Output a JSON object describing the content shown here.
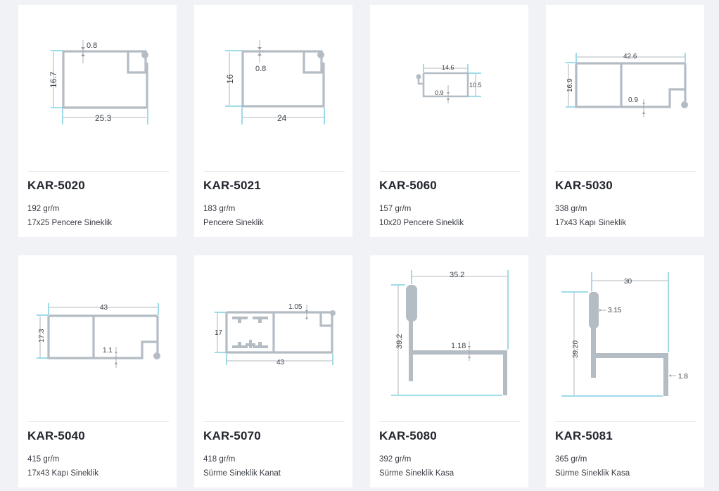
{
  "products": [
    {
      "code": "KAR-5020",
      "weight": "192 gr/m",
      "desc": "17x25 Pencere Sineklik",
      "dims": [
        "0.8",
        "16.7",
        "25.3"
      ]
    },
    {
      "code": "KAR-5021",
      "weight": "183 gr/m",
      "desc": "Pencere Sineklik",
      "dims": [
        "16",
        "0.8",
        "24"
      ]
    },
    {
      "code": "KAR-5060",
      "weight": "157 gr/m",
      "desc": "10x20 Pencere Sineklik",
      "dims": [
        "14.6",
        "10.5",
        "0.9"
      ]
    },
    {
      "code": "KAR-5030",
      "weight": "338 gr/m",
      "desc": "17x43 Kapı Sineklik",
      "dims": [
        "42.6",
        "16.9",
        "0.9"
      ]
    },
    {
      "code": "KAR-5040",
      "weight": "415 gr/m",
      "desc": "17x43 Kapı Sineklik",
      "dims": [
        "43",
        "17.3",
        "1.1"
      ]
    },
    {
      "code": "KAR-5070",
      "weight": "418 gr/m",
      "desc": "Sürme Sineklik Kanat",
      "dims": [
        "1.05",
        "17",
        "43"
      ]
    },
    {
      "code": "KAR-5080",
      "weight": "392 gr/m",
      "desc": "Sürme Sineklik Kasa",
      "dims": [
        "35.2",
        "39.2",
        "1.18"
      ]
    },
    {
      "code": "KAR-5081",
      "weight": "365 gr/m",
      "desc": "Sürme Sineklik Kasa",
      "dims": [
        "30",
        "3.15",
        "39.20",
        "1.8"
      ]
    }
  ]
}
